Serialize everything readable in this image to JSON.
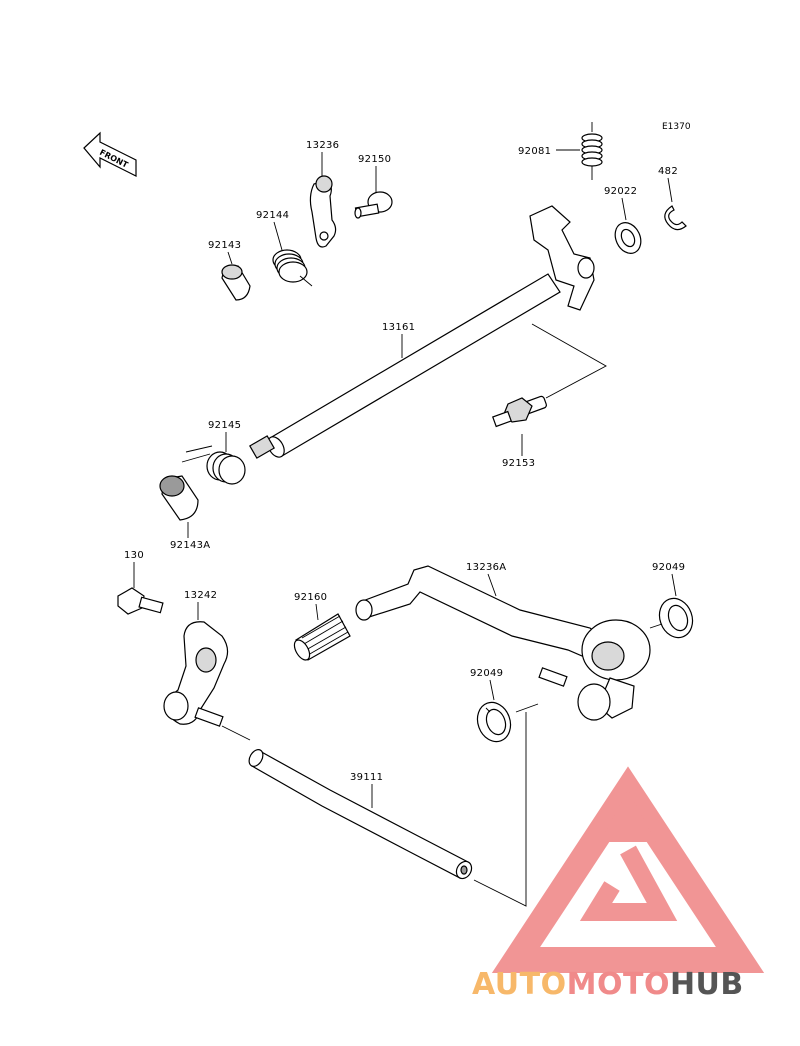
{
  "ref_code": "E1370",
  "front_label": "FRONT",
  "parts": {
    "p13236": "13236",
    "p92150": "92150",
    "p92144": "92144",
    "p92143": "92143",
    "p92081": "92081",
    "p92022": "92022",
    "p482": "482",
    "p13161": "13161",
    "p92145": "92145",
    "p92153": "92153",
    "p92143A": "92143A",
    "p130": "130",
    "p13242": "13242",
    "p92160": "92160",
    "p13236A": "13236A",
    "p92049a": "92049",
    "p92049b": "92049",
    "p39111": "39111"
  },
  "watermark": {
    "brand_part1": "AUTO",
    "brand_part2": "MOTO",
    "brand_part3": "HUB",
    "colors": {
      "logo": "#f08a8a",
      "auto": "#f7b86a",
      "moto": "#f08a8a",
      "hub": "#555555"
    }
  }
}
